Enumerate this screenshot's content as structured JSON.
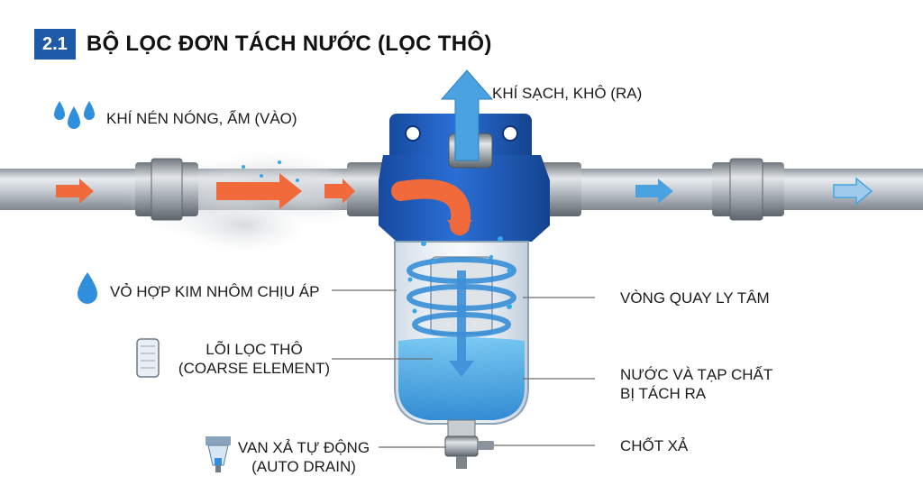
{
  "title": {
    "badge": "2.1",
    "text": "BỘ LỌC ĐƠN TÁCH NƯỚC (LỌC THÔ)"
  },
  "labels": {
    "inlet": "KHÍ NÉN NÓNG, ẨM (VÀO)",
    "outlet": "KHÍ SẠCH, KHÔ (RA)",
    "housing": "VỎ HỢP KIM NHÔM CHỊU ÁP",
    "element_line1": "LÕI LỌC THÔ",
    "element_line2": "(COARSE ELEMENT)",
    "vortex": "VÒNG QUAY LY TÂM",
    "water_line1": "NƯỚC VÀ TẠP CHẤT",
    "water_line2": "BỊ TÁCH RA",
    "drain_line1": "VAN XẢ TỰ ĐỘNG",
    "drain_line2": "(AUTO DRAIN)",
    "drain_pin": "CHỐT XẢ"
  },
  "icons": {
    "inlet": "water-drops-icon",
    "housing": "water-drop-icon",
    "element": "filter-cartridge-icon",
    "drain": "auto-drain-icon"
  },
  "colors": {
    "badge": "#1e5aa8",
    "housing_blue": "#1f5fc4",
    "arrow_hot": "#f06a3c",
    "arrow_clean": "#4aa3e0",
    "water": "#3aa6e8",
    "pipe": "#b9c0c8"
  }
}
